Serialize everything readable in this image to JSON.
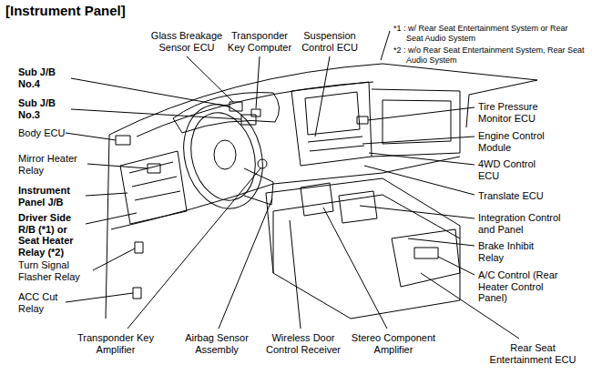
{
  "diagram": {
    "title": "[Instrument Panel]",
    "labels": [
      "Glass Breakage Sensor ECU",
      "Transponder Key Computer",
      "Suspension Control ECU",
      "*1 : w/ Rear Seat Entertainment System or Rear Seat Audio System",
      "*2 : w/o Rear Seat Entertainment System, Rear Seat Audio System",
      "Sub J/B No.4",
      "Sub J/B No.3",
      "Body ECU",
      "Mirror Heater Relay",
      "Instrument Panel J/B",
      "Driver Side R/B (*1) or Seat Heater Relay (*2)",
      "Turn Signal Flasher Relay",
      "ACC Cut Relay",
      "Transponder Key Amplifier",
      "Airbag Sensor Assembly",
      "Wireless Door Control Receiver",
      "Stereo Component Amplifier",
      "Rear Seat Entertainment ECU",
      "Tire Pressure Monitor ECU",
      "Engine Control Module",
      "4WD Control ECU",
      "Translate ECU",
      "Integration Control and Panel",
      "Brake Inhibit Relay",
      "A/C Control (Rear Heater Control Panel)"
    ]
  }
}
